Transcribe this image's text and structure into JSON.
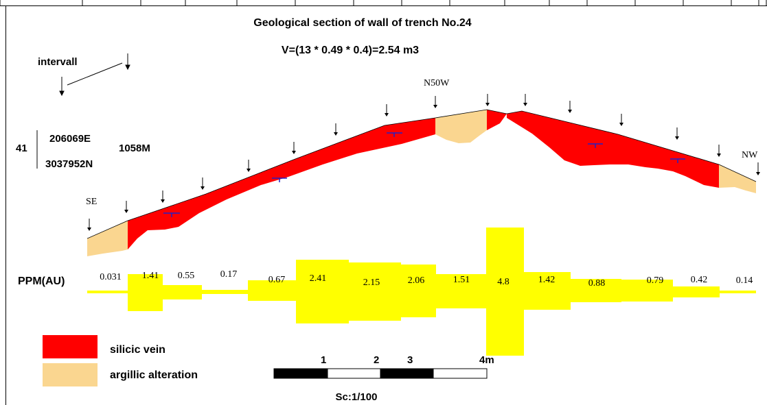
{
  "title": "Geological section of wall of trench No.24",
  "volume": "V=(13 * 0.49 * 0.4)=2.54 m3",
  "interval_label": "intervall",
  "location": {
    "id": "41",
    "easting": "206069E",
    "northing": "3037952N",
    "elevation": "1058M"
  },
  "directions": {
    "left": "SE",
    "top": "N50W",
    "right": "NW"
  },
  "ppm_label": "PPM(AU)",
  "ppm_values": [
    "0.031",
    "1.41",
    "0.55",
    "0.17",
    "0.67",
    "2.41",
    "2.15",
    "2.06",
    "1.51",
    "4.8",
    "1.42",
    "0.88",
    "0.79",
    "0.42",
    "0.14"
  ],
  "legend": [
    {
      "label": "silicic vein",
      "color": "#ff0000"
    },
    {
      "label": "argillic alteration",
      "color": "#fad690"
    }
  ],
  "scale_ticks": [
    "1",
    "2",
    "3",
    "4m"
  ],
  "scale_label": "Sc:1/100",
  "colors": {
    "vein": "#ff0000",
    "alteration": "#fad690",
    "ppm_bar": "#ffff00",
    "dip_symbol": "#2020c8"
  }
}
